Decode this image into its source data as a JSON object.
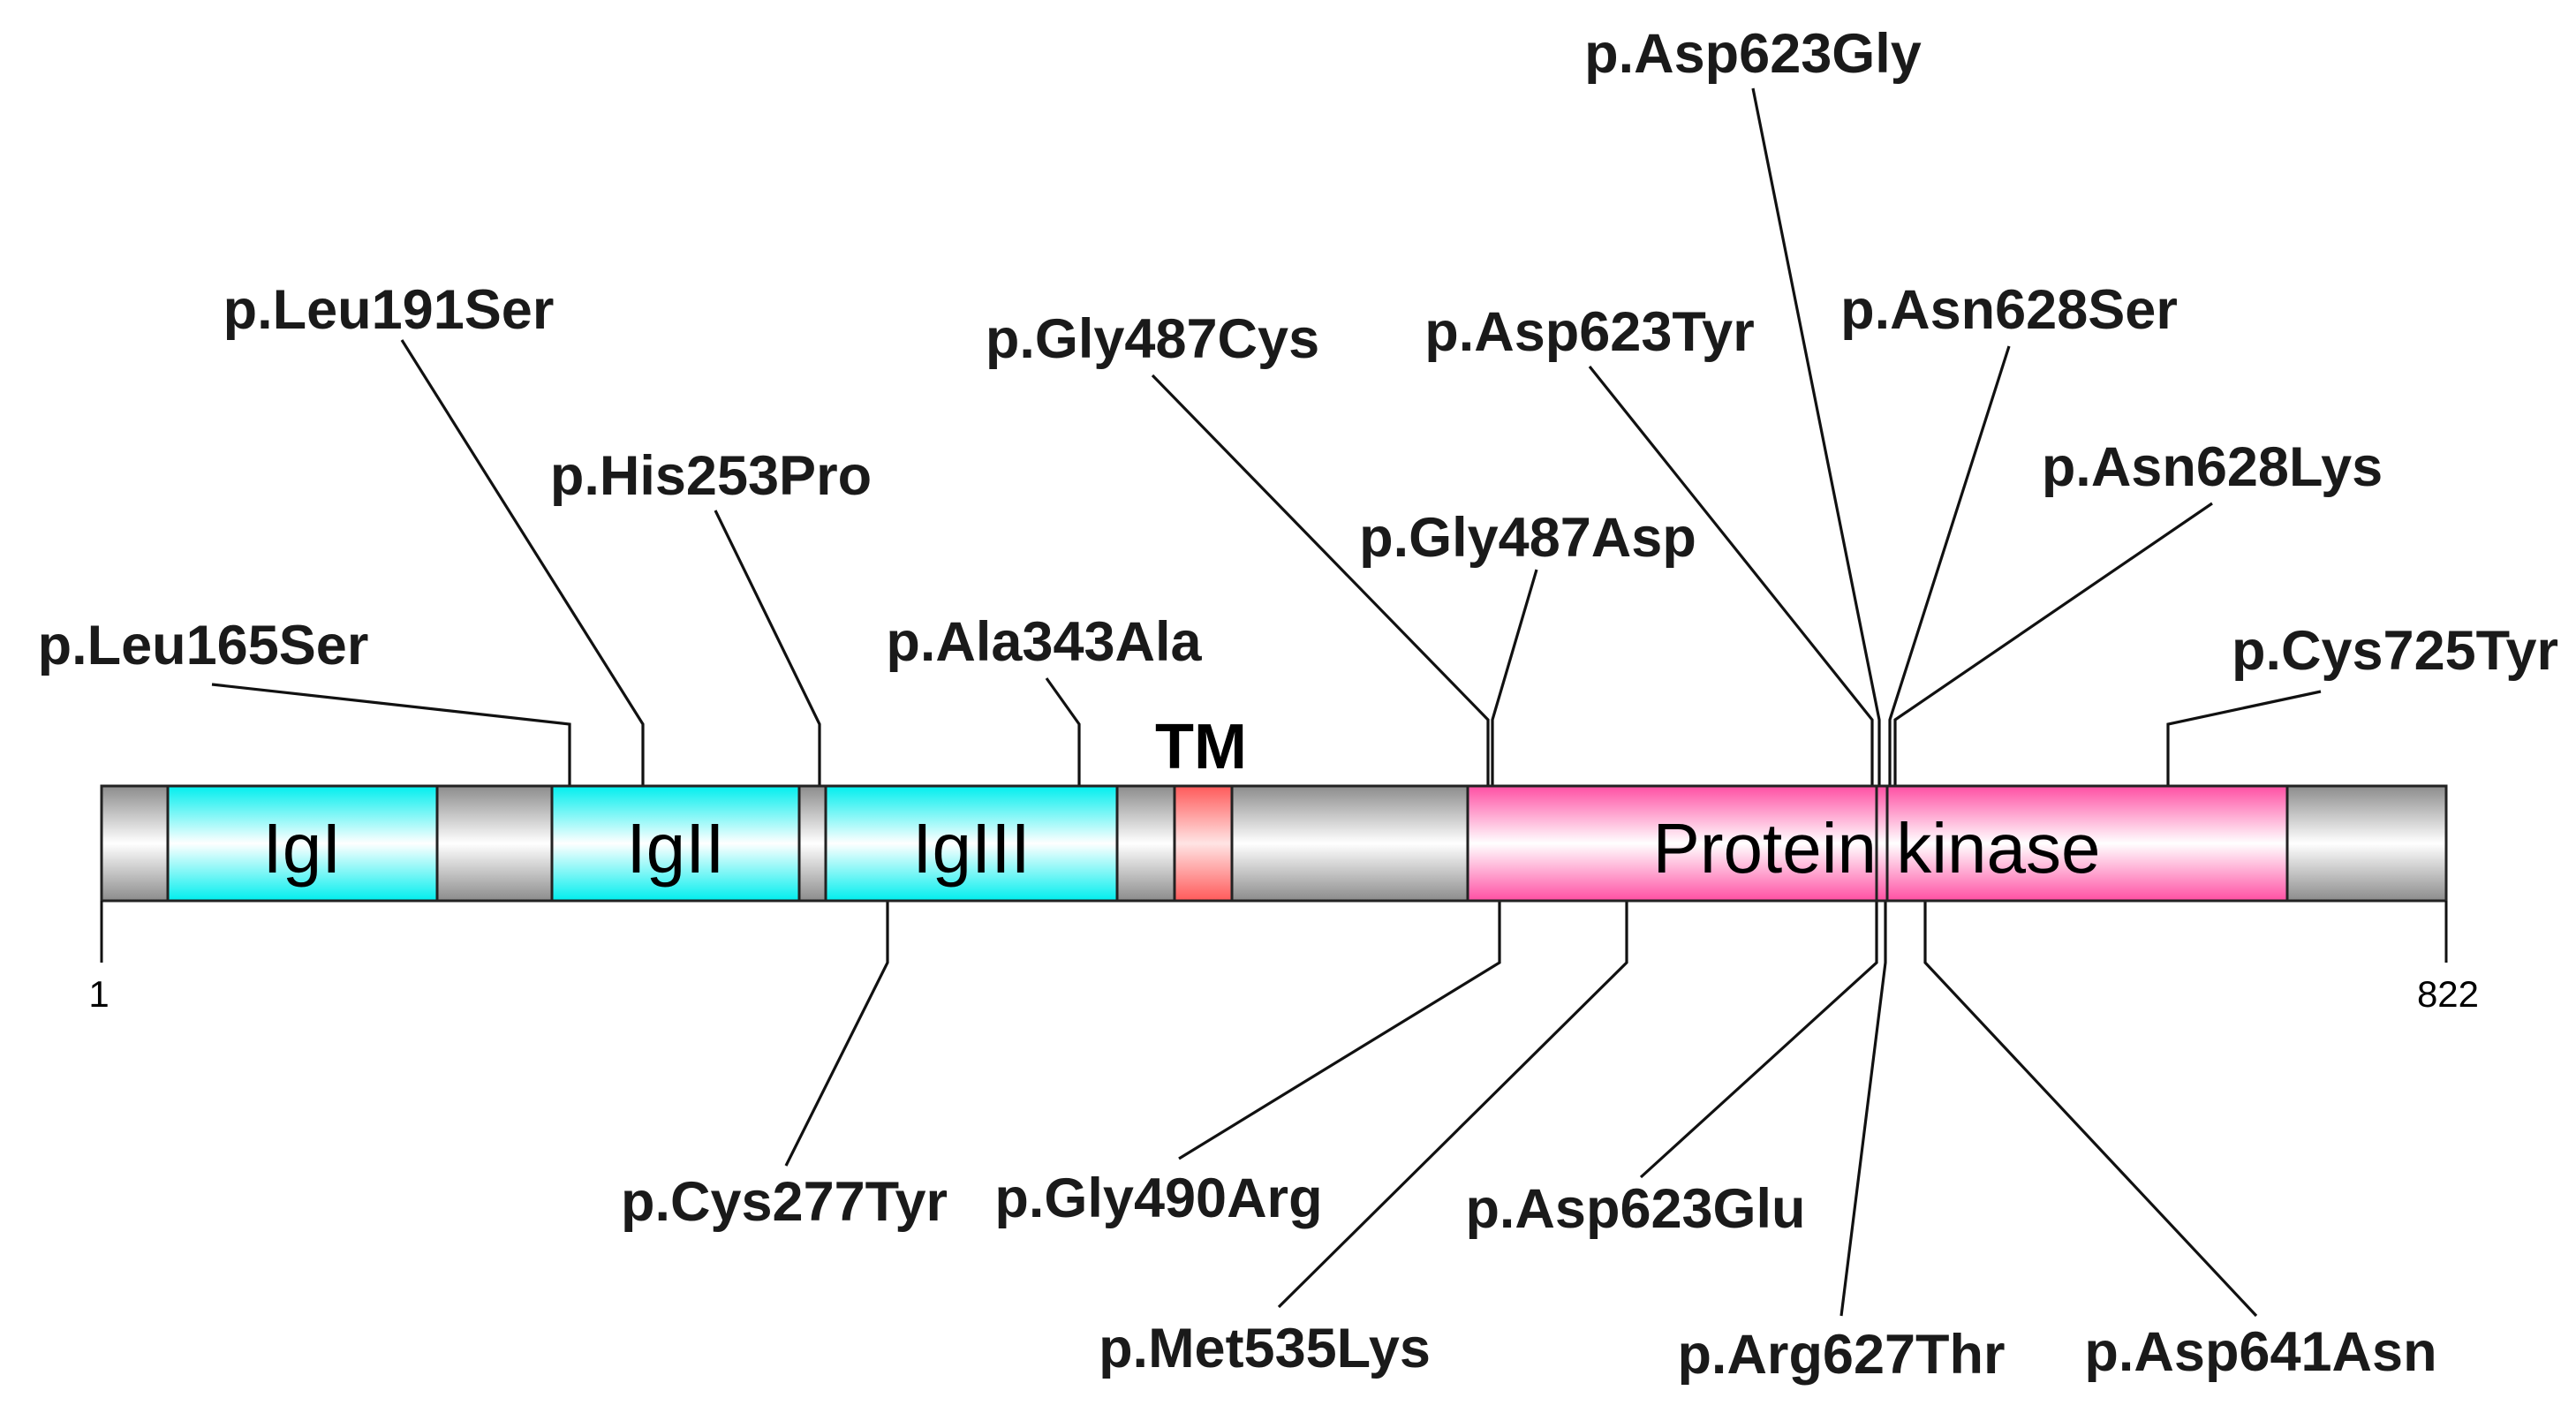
{
  "protein": {
    "start_label": "1",
    "end_label": "822"
  },
  "domains": {
    "ig1": "IgI",
    "ig2": "IgII",
    "ig3": "IgIII",
    "tm": "TM",
    "kinase": "Protein kinase"
  },
  "colors": {
    "ig": "#00f0f0",
    "tm": "#ff6f6f",
    "kinase": "#ff5aa8",
    "backbone": "#a8a8a8"
  },
  "mutations_top": {
    "leu165ser": "p.Leu165Ser",
    "leu191ser": "p.Leu191Ser",
    "his253pro": "p.His253Pro",
    "ala343ala": "p.Ala343Ala",
    "gly487cys": "p.Gly487Cys",
    "gly487asp": "p.Gly487Asp",
    "asp623tyr": "p.Asp623Tyr",
    "asp623gly": "p.Asp623Gly",
    "asn628ser": "p.Asn628Ser",
    "asn628lys": "p.Asn628Lys",
    "cys725tyr": "p.Cys725Tyr"
  },
  "mutations_bottom": {
    "cys277tyr": "p.Cys277Tyr",
    "gly490arg": "p.Gly490Arg",
    "met535lys": "p.Met535Lys",
    "asp623glu": "p.Asp623Glu",
    "arg627thr": "p.Arg627Thr",
    "asp641asn": "p.Asp641Asn"
  }
}
